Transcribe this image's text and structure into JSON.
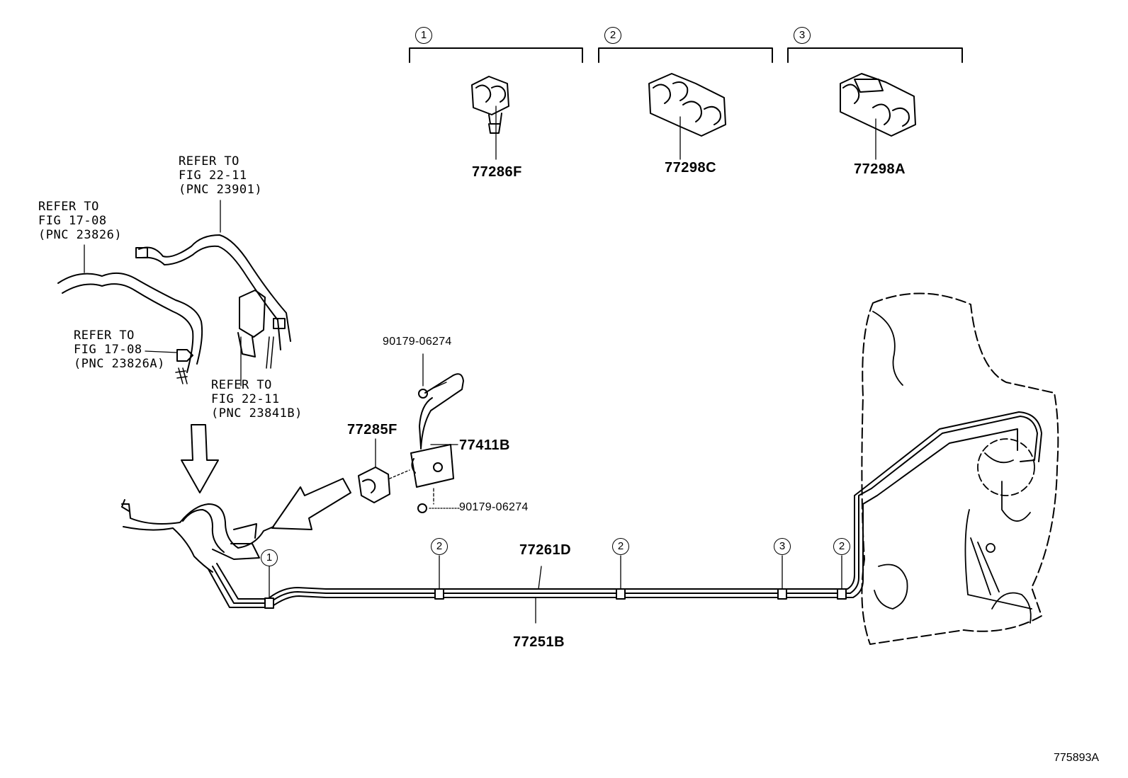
{
  "clip_groups": [
    {
      "callout": "1",
      "part": "77286F"
    },
    {
      "callout": "2",
      "part": "77298C"
    },
    {
      "callout": "3",
      "part": "77298A"
    }
  ],
  "refs": {
    "ref_23901": "REFER TO\nFIG 22-11\n(PNC 23901)",
    "ref_23826": "REFER TO\nFIG 17-08\n(PNC 23826)",
    "ref_23826a": "REFER TO\nFIG 17-08\n(PNC 23826A)",
    "ref_23841b": "REFER TO\nFIG 22-11\n(PNC 23841B)"
  },
  "parts": {
    "bolt_top": "90179-06274",
    "bolt_bottom": "90179-06274",
    "clamp": "77285F",
    "bracket": "77411B",
    "tube_upper": "77261D",
    "tube_lower": "77251B"
  },
  "line_callouts": [
    "1",
    "2",
    "2",
    "3",
    "2"
  ],
  "illustration_id": "775893A"
}
